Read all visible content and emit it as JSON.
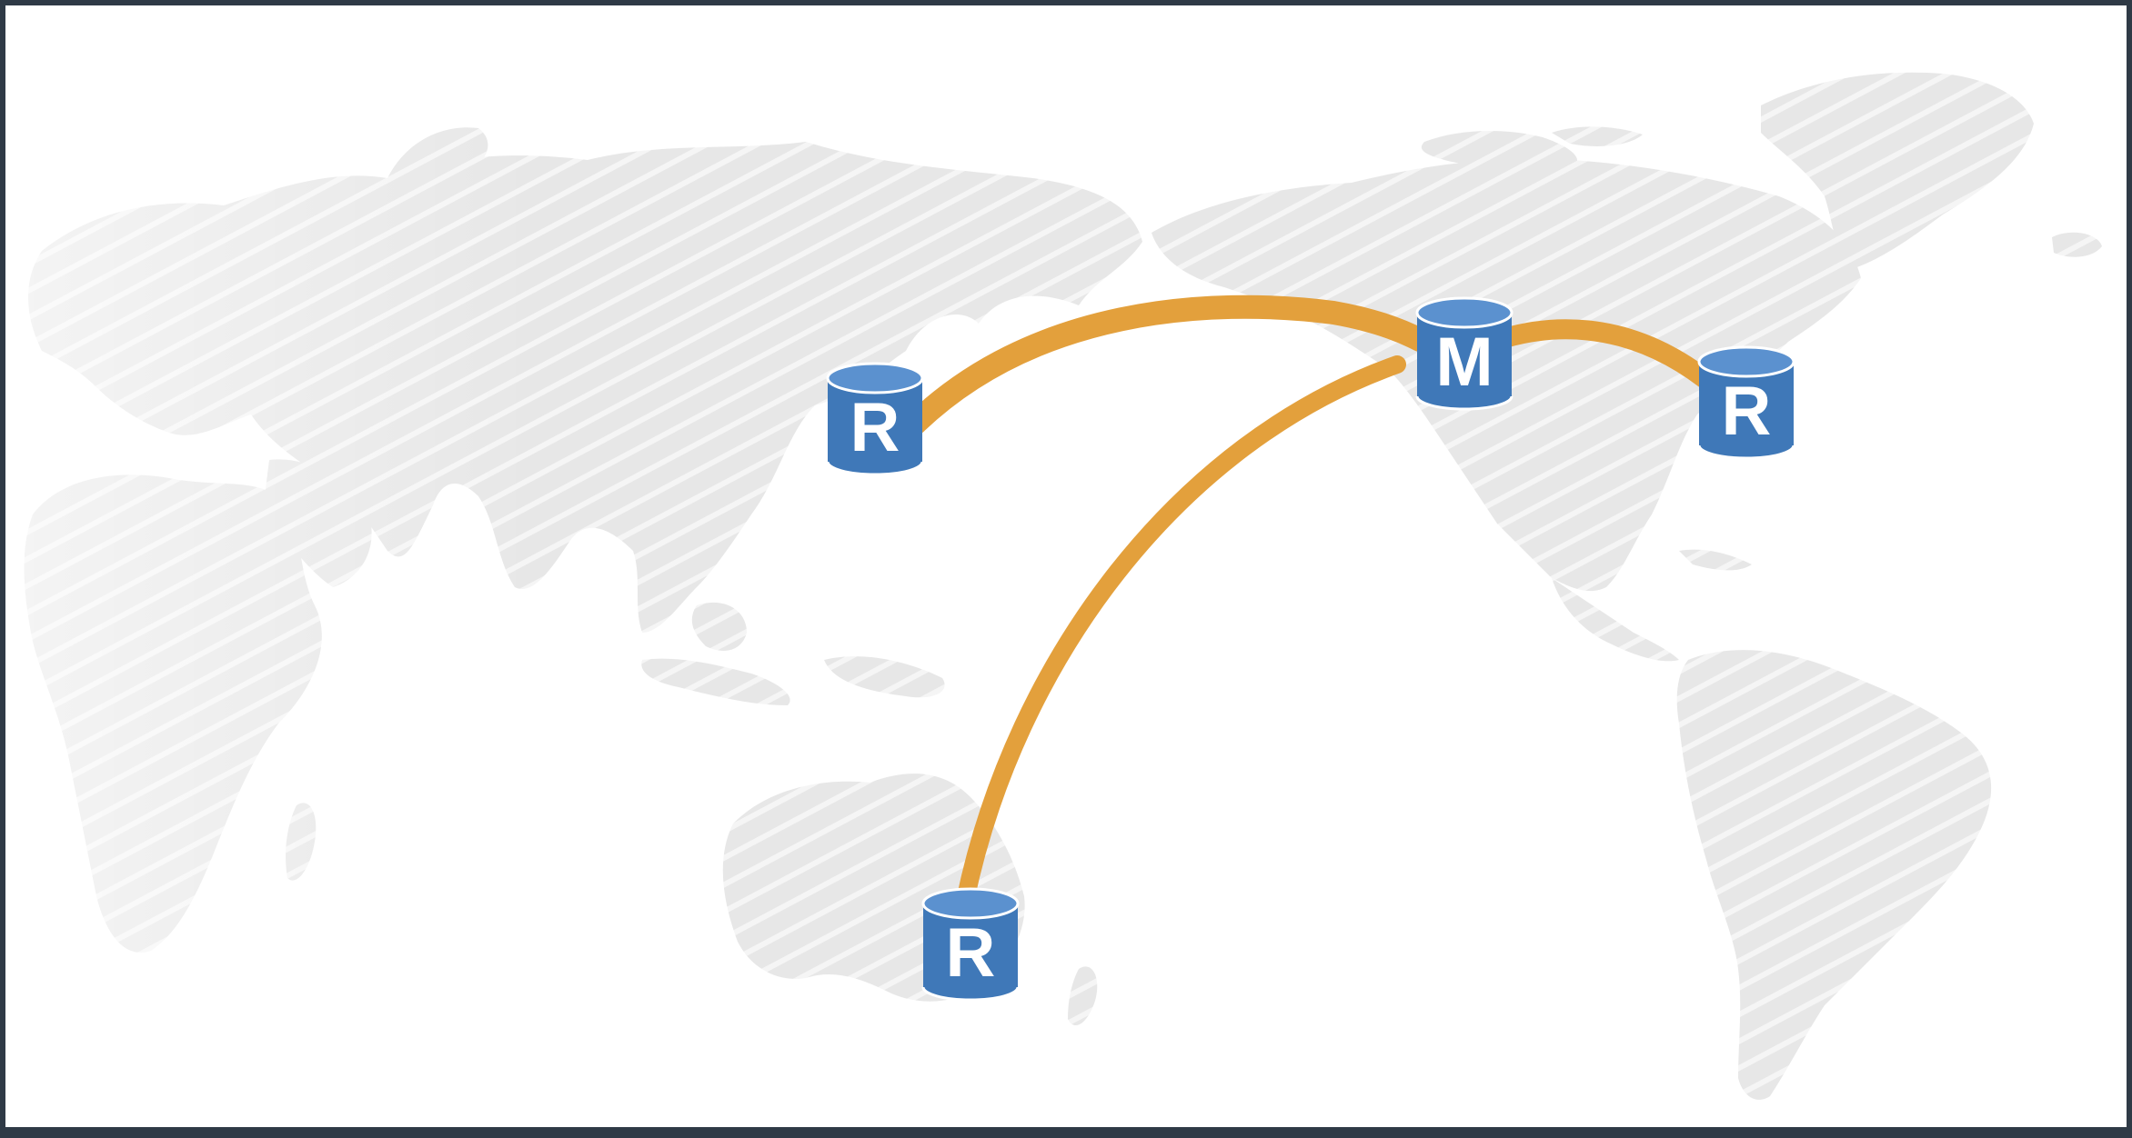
{
  "colors": {
    "frame_border": "#2f3a46",
    "background": "#ffffff",
    "landmass": "#e6e6e6",
    "hatch": "#f4f4f4",
    "link": "#e3a03c",
    "db_body": "#3f78b8",
    "db_top": "#5b91cf",
    "db_label": "#ffffff"
  },
  "nodes": {
    "master": {
      "label": "M",
      "role": "primary database"
    },
    "replica_asia": {
      "label": "R",
      "role": "replica database"
    },
    "replica_america": {
      "label": "R",
      "role": "replica database"
    },
    "replica_australia": {
      "label": "R",
      "role": "replica database"
    }
  },
  "icons": {
    "node": "database-cylinder-icon",
    "background": "world-map"
  }
}
